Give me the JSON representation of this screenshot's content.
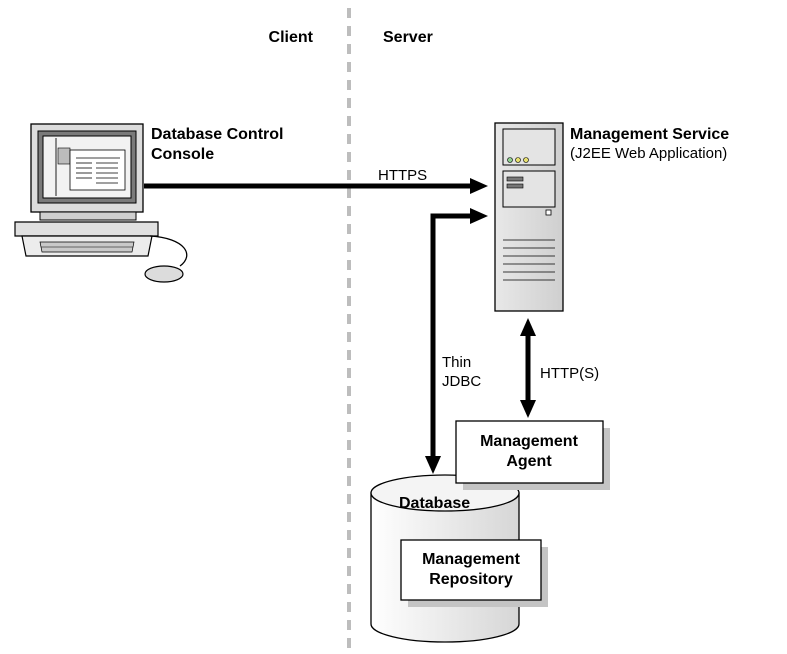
{
  "sections": {
    "client": "Client",
    "server": "Server"
  },
  "console": {
    "line1": "Database Control",
    "line2": "Console"
  },
  "management_service": {
    "title": "Management Service",
    "subtitle": "(J2EE Web Application)"
  },
  "connections": {
    "https": "HTTPS",
    "https_agent": "HTTP(S)",
    "jdbc_line1": "Thin",
    "jdbc_line2": "JDBC"
  },
  "agent": {
    "line1": "Management",
    "line2": "Agent"
  },
  "database": {
    "title": "Database"
  },
  "repository": {
    "line1": "Management",
    "line2": "Repository"
  }
}
